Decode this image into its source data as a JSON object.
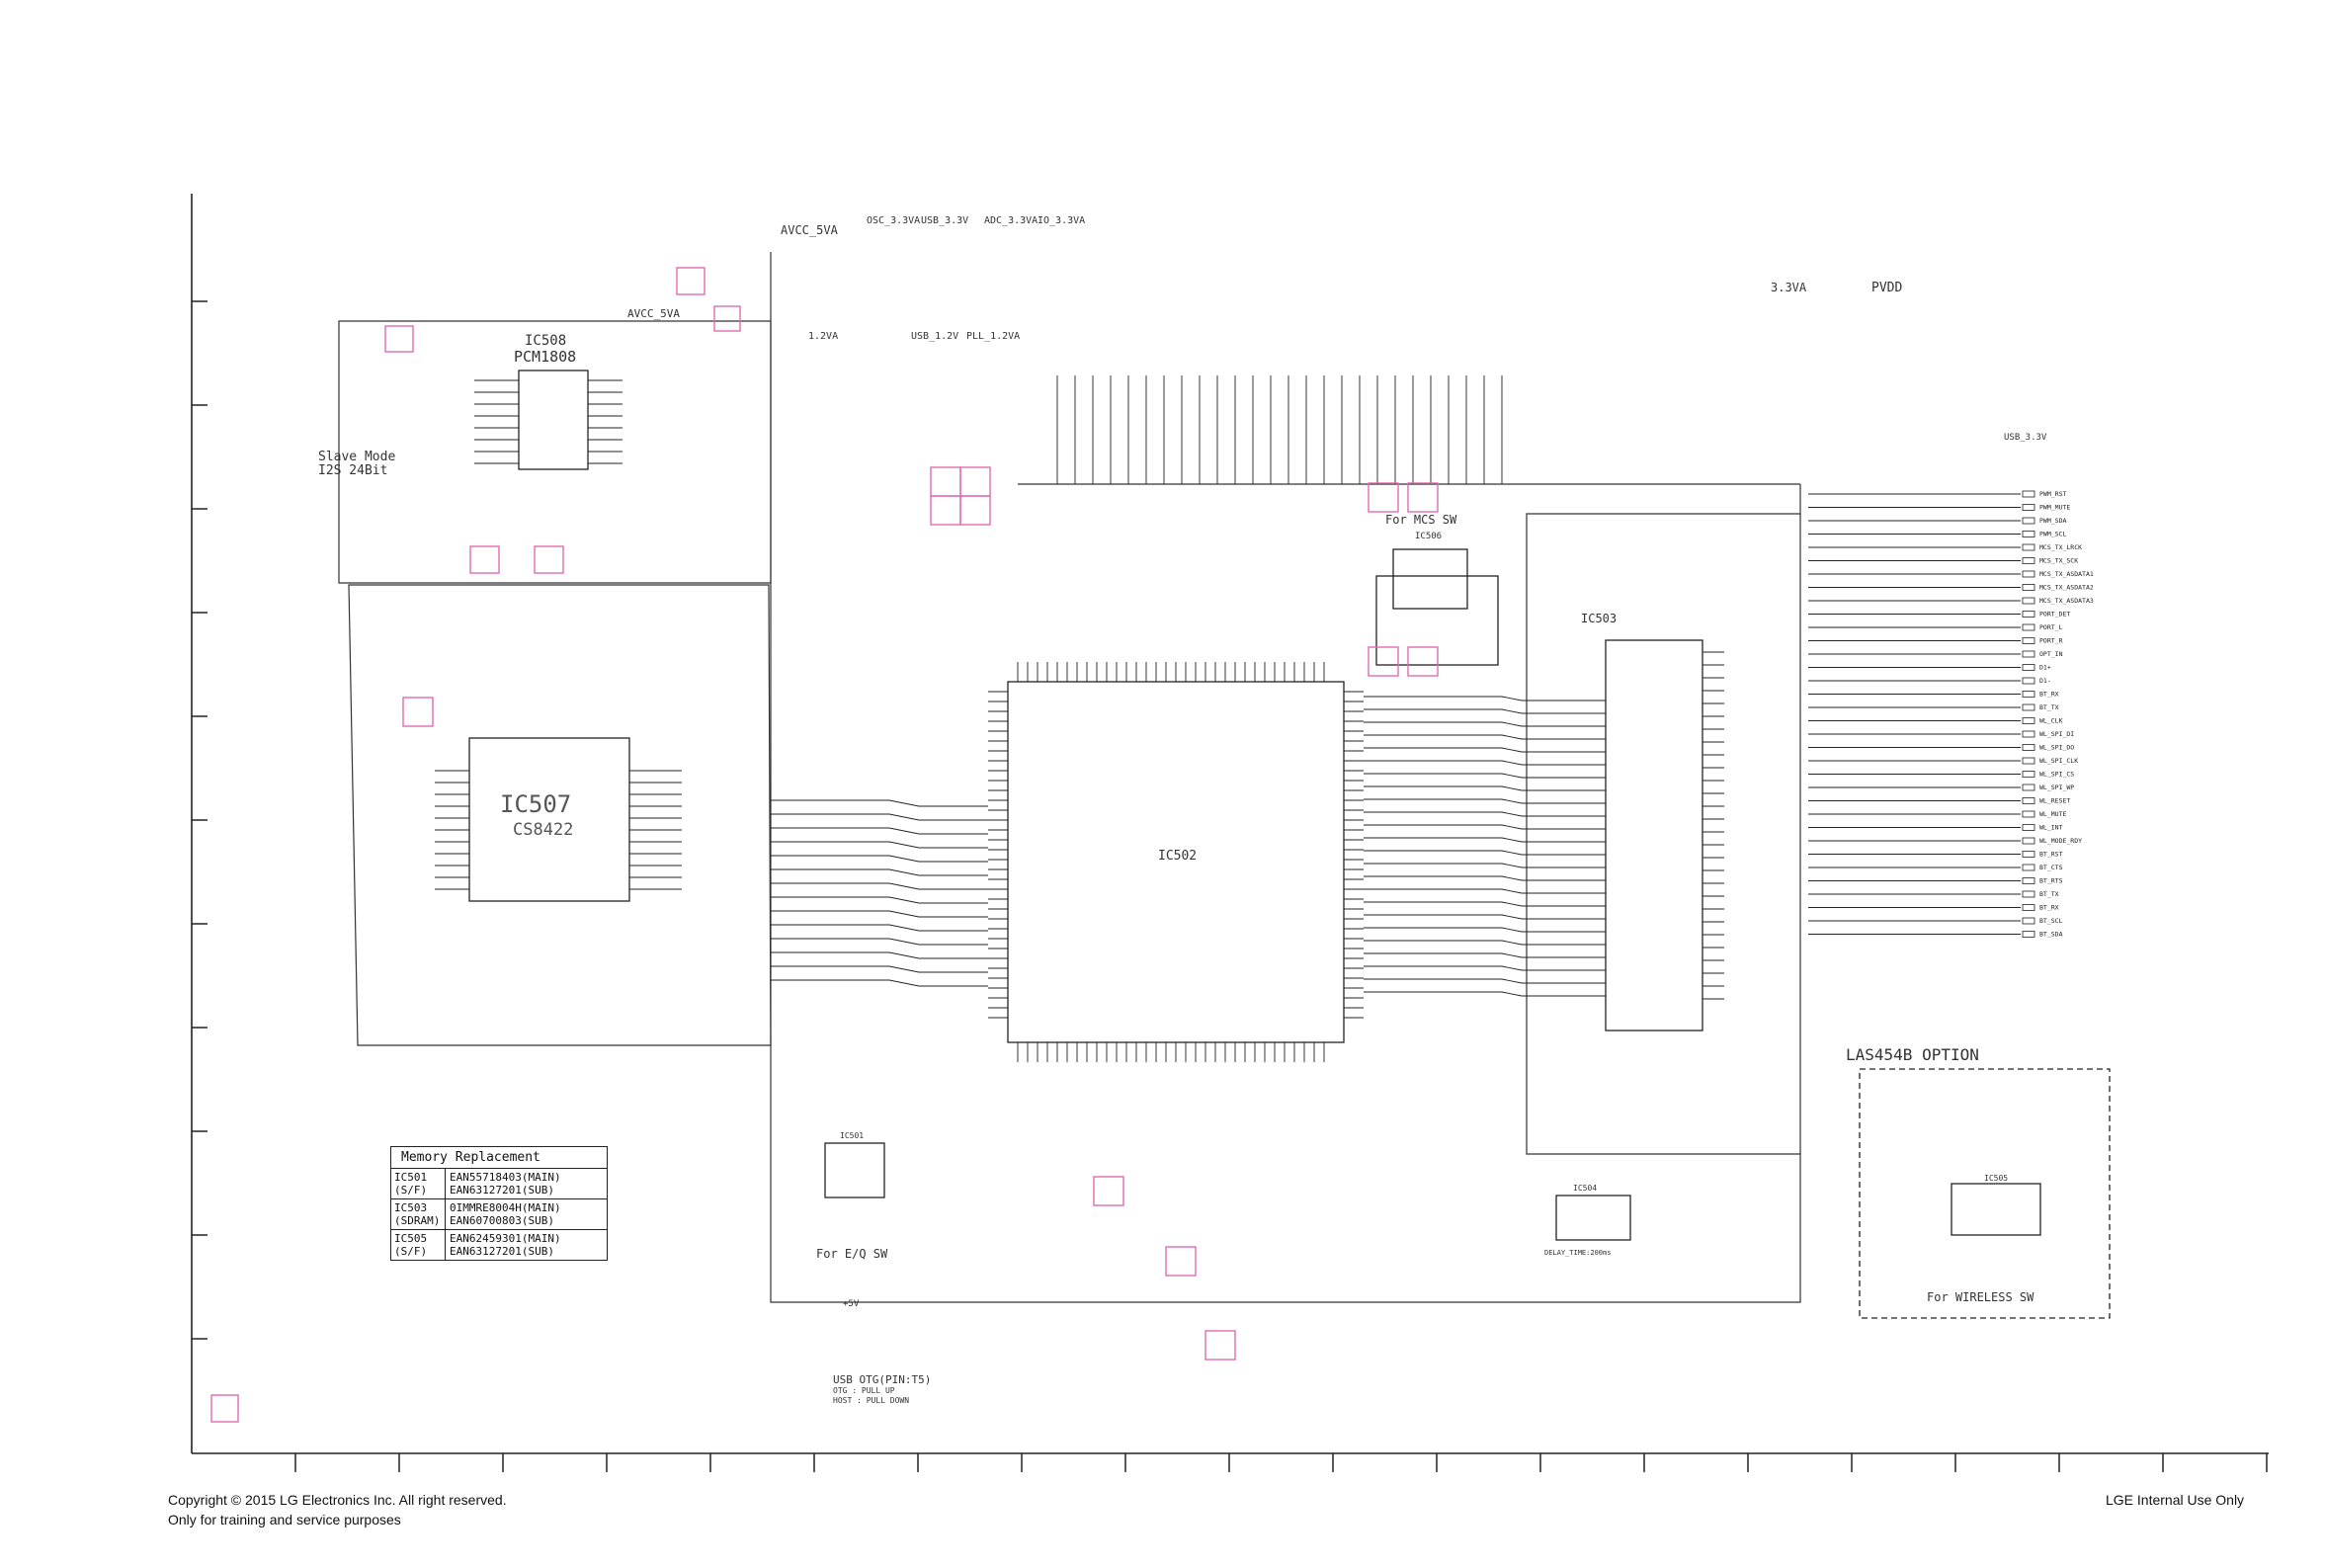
{
  "footer": {
    "copyright_line1": "Copyright © 2015 LG Electronics Inc. All right reserved.",
    "copyright_line2": "Only for training and service purposes",
    "internal": "LGE Internal Use Only"
  },
  "ic_labels": {
    "ic508": "IC508",
    "pcm1808": "PCM1808",
    "ic507": "IC507",
    "cs8422": "CS8422",
    "ic502": "IC502",
    "ic503": "IC503",
    "ic506": "IC506",
    "ic504": "IC504",
    "ic505": "IC505",
    "ic501": "IC501"
  },
  "notes": {
    "slave_mode_1": "Slave Mode",
    "slave_mode_2": "I2S 24Bit",
    "for_mcs_sw": "For MCS SW",
    "for_eq_sw": "For E/Q SW",
    "for_wireless_sw": "For WIRELESS SW",
    "las454b_option": "LAS454B OPTION",
    "usb_otg": "USB OTG(PIN:T5)",
    "otg_pull_up": "OTG  : PULL UP",
    "host_pull_down": "HOST : PULL DOWN",
    "delay_time": "DELAY_TIME:200ms"
  },
  "power_labels": {
    "avcc_5v_top": "AVCC_5VA",
    "avcc_5v_left": "AVCC_5VA",
    "osc_33": "OSC_3.3VA",
    "usb_33": "USB_3.3V",
    "adc_33": "ADC_3.3VA",
    "io_33": "IO_3.3VA",
    "v12_a": "1.2VA",
    "usb_12": "USB_1.2V",
    "pll_12": "PLL_1.2VA",
    "v33_a": "3.3VA",
    "pvdd": "PVDD",
    "usb_33_right": "USB_3.3V",
    "v5": "+5V"
  },
  "memory_table": {
    "title": "Memory Replacement",
    "rows": [
      {
        "ic": "IC501",
        "type": "(S/F)",
        "main": "EAN55718403(MAIN)",
        "sub": "EAN63127201(SUB)"
      },
      {
        "ic": "IC503",
        "type": "(SDRAM)",
        "main": "0IMMRE8004H(MAIN)",
        "sub": "EAN60700803(SUB)"
      },
      {
        "ic": "IC505",
        "type": "(S/F)",
        "main": "EAN62459301(MAIN)",
        "sub": "EAN63127201(SUB)"
      }
    ]
  },
  "right_signals": [
    "PWM_RST",
    "PWM_MUTE",
    "PWM_SDA",
    "PWM_SCL",
    "MCS_TX_LRCK",
    "MCS_TX_SCK",
    "MCS_TX_ASDATA1",
    "MCS_TX_ASDATA2",
    "MCS_TX_ASDATA3",
    "PORT_DET",
    "PORT_L",
    "PORT_R",
    "OPT_IN",
    "D1+",
    "D1-",
    "BT_RX",
    "BT_TX",
    "WL_CLK",
    "WL_SPI_DI",
    "WL_SPI_DO",
    "WL_SPI_CLK",
    "WL_SPI_CS",
    "WL_SPI_WP",
    "WL_RESET",
    "WL_MUTE",
    "WL_INT",
    "WL_MODE_RDY",
    "BT_RST",
    "BT_CTS",
    "BT_RTS",
    "BT_TX",
    "BT_RX",
    "BT_SCL",
    "BT_SDA"
  ]
}
